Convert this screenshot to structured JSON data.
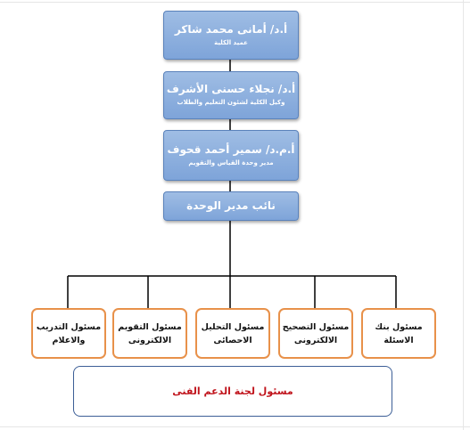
{
  "chart": {
    "levels": [
      {
        "name": "أ.د/ أمانى محمد شاكر",
        "role": "عميد الكلية"
      },
      {
        "name": "أ.د/ نجلاء حسنى الأشرف",
        "role": "وكيل الكلية لشئون التعليم والطلاب"
      },
      {
        "name": "أ.م.د/ سمير أحمد قحوف",
        "role": "مدير وحدة القياس والتقويم"
      },
      {
        "name": "نائب مدير الوحدة",
        "role": ""
      }
    ],
    "units": [
      "مسئول التدريب\nوالاعلام",
      "مسئول التقويم\nالالكترونى",
      "مسئول التحليل\nالاحصائى",
      "مسئول التصحيح\nالالكترونى",
      "مسئول بنك\nالاسئلة"
    ],
    "support": "مسئول لجنة الدعم الفنى"
  },
  "colors": {
    "box_fill": "#8eb0de",
    "box_border": "#5a82bb",
    "unit_border": "#e8914a",
    "support_border": "#3c5e96",
    "support_text": "#c0141c",
    "connector": "#000000"
  }
}
